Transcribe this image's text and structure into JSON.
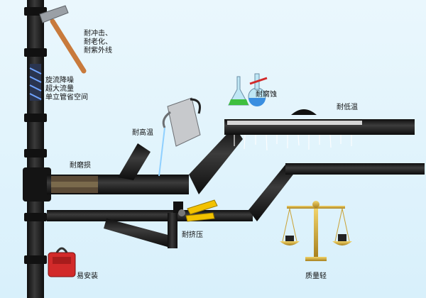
{
  "labels": {
    "impact": "耐冲击、",
    "aging": "耐老化、",
    "uv": "耐紫外线",
    "spiral_1": "旋流降噪",
    "spiral_2": "超大流量",
    "spiral_3": "单立管省空间",
    "high_temp": "耐高温",
    "corrosion": "耐腐蚀",
    "low_temp": "耐低温",
    "wear": "耐磨损",
    "pressure": "耐挤压",
    "easy_install": "易安装",
    "lightweight": "质量轻"
  },
  "colors": {
    "background": "#e4f5fc",
    "pipe": "#1c1c1c",
    "pipe_highlight": "#4a4a4a",
    "hammer_handle": "#c87a3c",
    "pliers_handle": "#f2c200",
    "bag": "#d22a2a",
    "scale_gold": "#c9a235",
    "flask_green": "#3fbf3f",
    "flask_blue": "#3a8ee0"
  },
  "icons": [
    "hammer-icon",
    "flask-icon",
    "kettle-icon",
    "pliers-icon",
    "tool-bag-icon",
    "balance-scale-icon"
  ]
}
